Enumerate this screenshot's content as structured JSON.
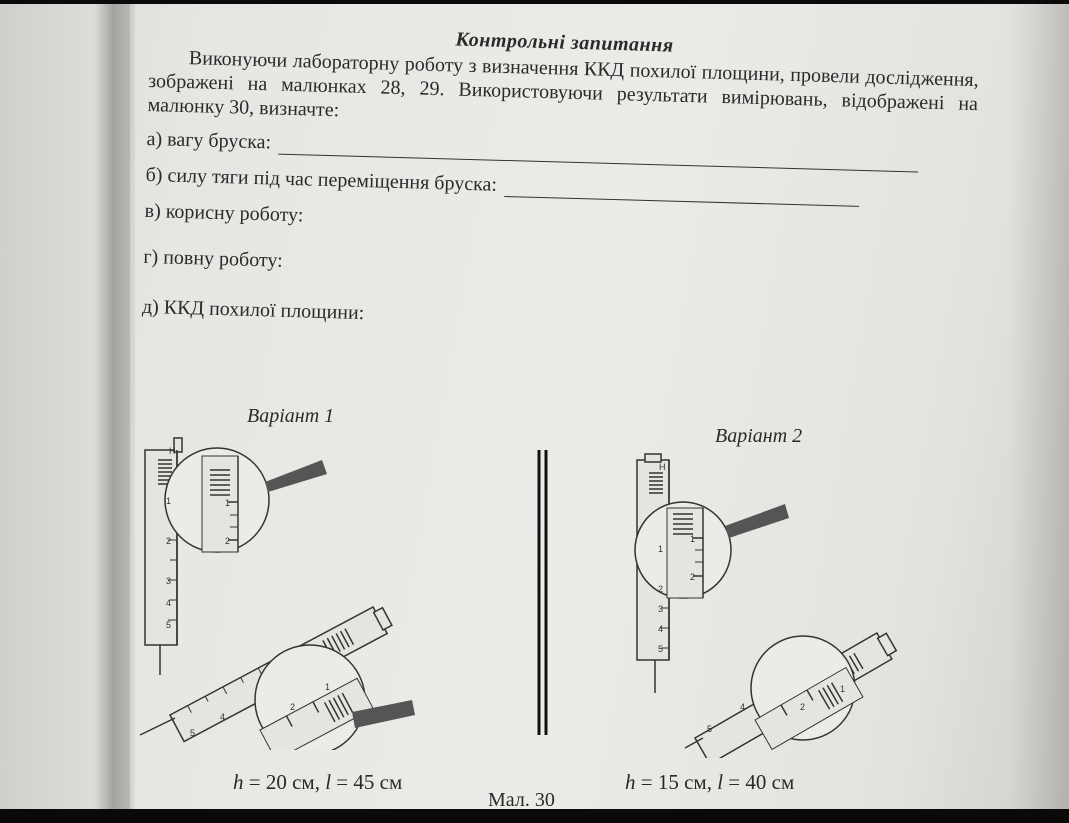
{
  "heading": "Контрольні запитання",
  "intro": "Виконуючи лабораторну роботу з визначення ККД похилої площини, провели дослідження, зображені на малюнках 28, 29. Використовуючи результати вимірювань, відображені на малюнку 30, визначте:",
  "questions": [
    {
      "marker": "а)",
      "text": "вагу бруска:"
    },
    {
      "marker": "б)",
      "text": "силу тяги під час переміщення бруска:"
    },
    {
      "marker": "в)",
      "text": "корисну роботу:"
    },
    {
      "marker": "г)",
      "text": "повну роботу:"
    },
    {
      "marker": "д)",
      "text": "ККД похилої площини:"
    }
  ],
  "figure": {
    "variant1": {
      "label": "Варіант 1",
      "h_symbol": "h",
      "h_value": " = 20 см, ",
      "l_symbol": "l",
      "l_value": " = 45 см",
      "scale_marks": [
        "1",
        "2",
        "3",
        "4",
        "5"
      ],
      "zoom_marks": [
        "1",
        "2"
      ],
      "incline_marks": [
        "1",
        "2",
        "4",
        "5"
      ],
      "unit": "Н"
    },
    "variant2": {
      "label": "Варіант 2",
      "h_symbol": "h",
      "h_value": " = 15 см, ",
      "l_symbol": "l",
      "l_value": " = 40 см",
      "scale_marks": [
        "1",
        "2",
        "3",
        "4",
        "5"
      ],
      "zoom_marks": [
        "1",
        "2"
      ],
      "incline_marks": [
        "1",
        "2",
        "4",
        "5"
      ],
      "unit": "Н"
    },
    "caption": "Мал. 30"
  }
}
